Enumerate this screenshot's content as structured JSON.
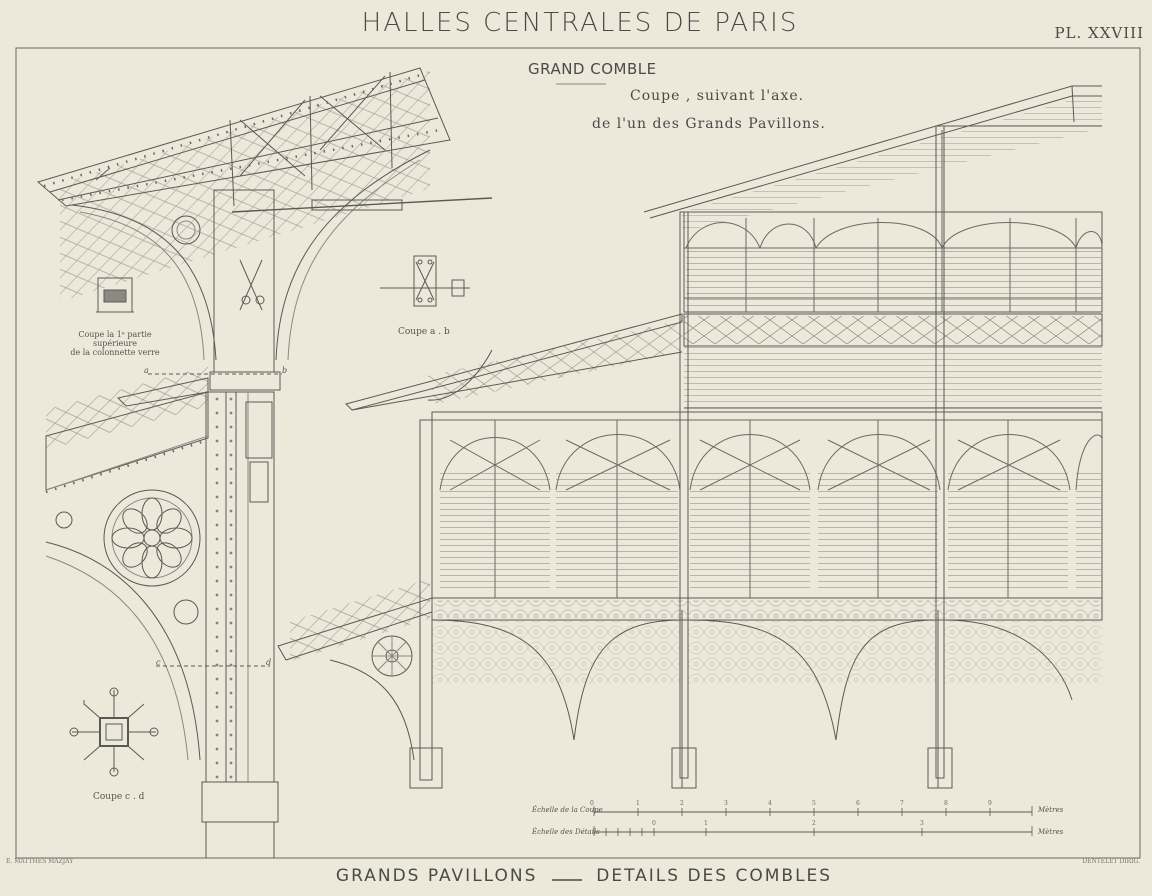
{
  "plate": {
    "title": "HALLES CENTRALES DE PARIS",
    "number": "PL. XXVIII",
    "subtitle": "GRAND COMBLE",
    "section_line_1": "Coupe , suivant  l'axe.",
    "section_line_2": "de  l'un  des  Grands  Pavillons.",
    "footer_title_left": "GRANDS PAVILLONS",
    "footer_title_right": "DETAILS DES COMBLES",
    "credit_left": "E. MATTHES MAZJAY",
    "credit_right": "DENTELET DIRIG."
  },
  "captions": {
    "main_detail": "Coupe la 1ᵉ partie supérieure\nde la colonnette verre",
    "section_ab": "Coupe  a . b",
    "section_cd": "Coupe  c . d"
  },
  "markers": {
    "a_top": "a",
    "b_top": "b",
    "c_bottom": "c",
    "d_bottom": "d"
  },
  "scales": [
    {
      "label": "Échelle de la Coupe",
      "unit": "Mètres",
      "ticks": [
        "0",
        "1",
        "2",
        "3",
        "4",
        "5",
        "6",
        "7",
        "8",
        "9"
      ]
    },
    {
      "label": "Échelle des Détails",
      "unit": "Mètres",
      "ticks": [
        "0",
        "1",
        "2",
        "3"
      ]
    }
  ],
  "colors": {
    "paper": "#ece8da",
    "ink": "#5a5a55",
    "faint_ink": "#8a8a82"
  }
}
